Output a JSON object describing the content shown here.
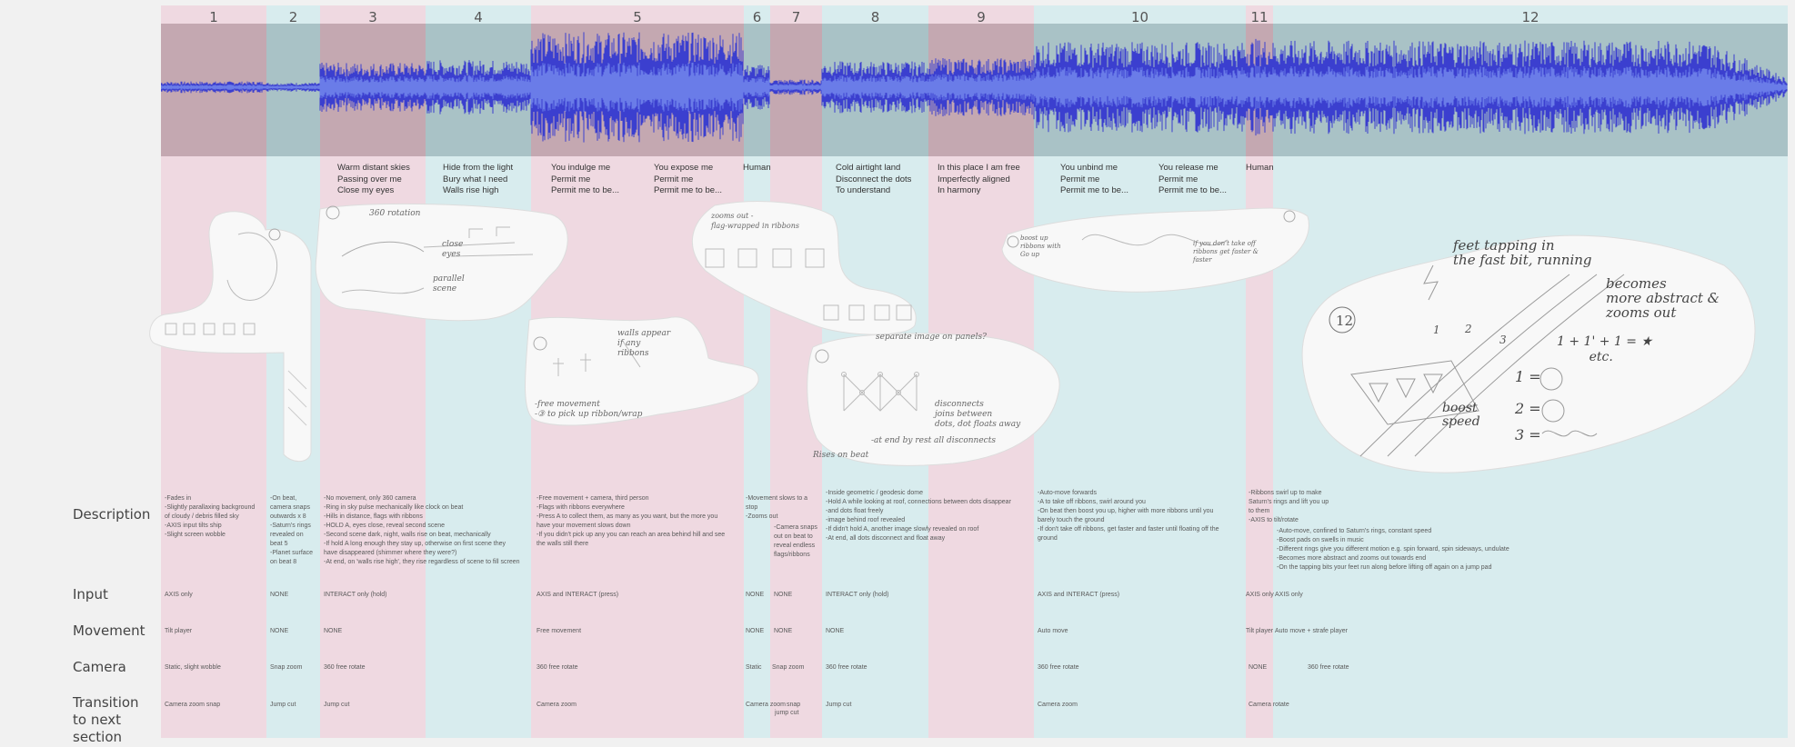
{
  "colors": {
    "pink": "#efd9e1",
    "teal": "#d8ecee",
    "board": "#f1f1f1",
    "wave": "#3b3fcf",
    "wave_light": "#6a7ce8",
    "panel_pink": "#c4a8b1",
    "panel_teal": "#a9c2c6"
  },
  "sections": [
    "1",
    "2",
    "3",
    "4",
    "5",
    "6",
    "7",
    "8",
    "9",
    "10",
    "11",
    "12"
  ],
  "row_labels": [
    "Description",
    "Input",
    "Movement",
    "Camera",
    "Transition to next section"
  ],
  "lyrics": [
    "Warm distant skies\nPassing over me\nClose my eyes",
    "Hide from the light\nBury what I need\nWalls rise high",
    "You indulge me\nPermit me\nPermit me to be...",
    "You expose me\nPermit me\nPermit me to be...",
    "Human",
    "Cold airtight land\nDisconnect the dots\nTo understand",
    "In this place I am free\nImperfectly aligned\nIn harmony",
    "You unbind me\nPermit me\nPermit me to be...",
    "You release me\nPermit me\nPermit me to be...",
    "Human"
  ],
  "description": [
    "-Fades in\n-Slightly parallaxing background\nof cloudy / debris filled sky\n-AXIS input tilts ship\n-Slight screen wobble",
    "-On beat,\ncamera snaps\noutwards x 8\n-Saturn's rings\nrevealed on\nbeat 5\n-Planet surface\non beat 8",
    "-No movement, only 360 camera\n-Ring in sky pulse mechanically like clock on beat\n-Hills in distance, flags with ribbons\n-HOLD A, eyes close, reveal second scene\n-Second scene dark, night, walls rise on beat, mechanically\n-If hold A long enough they stay up, otherwise on first scene they\nhave disappeared (shimmer where they were?)\n-At end, on 'walls rise high', they rise regardless of scene to fill screen",
    "-Free movement + camera, third person\n-Flags with ribbons everywhere\n-Press A to collect them, as many as you want, but the more you\nhave your movement slows down\n-If you didn't pick up any you can reach an area behind hill and see\nthe walls still there",
    "-Movement slows to a\nstop\n-Zooms out",
    "-Camera snaps\nout on beat to\nreveal endless\nflags/ribbons",
    "-Inside geometric / geodesic dome\n-Hold A while looking at roof, connections between dots disappear\n-and dots float freely\n-image behind roof revealed\n-If didn't hold A, another image slowly revealed on roof\n-At end, all dots disconnect and float away",
    "-Auto-move forwards\n-A to take off ribbons, swirl around you\n-On beat then boost you up, higher with more ribbons until you\nbarely touch the ground\n-If don't take off ribbons, get faster and faster until floating off the\nground",
    "-Ribbons swirl up to make\nSaturn's rings and lift you up\nto them\n-AXIS to tilt/rotate",
    "-Auto-move, confined to Saturn's rings, constant speed\n-Boost pads on swells in music\n-Different rings give you different motion e.g. spin forward, spin sideways, undulate\n-Becomes more abstract and zooms out towards end\n-On the tapping bits your feet run along before lifting off again on a jump pad"
  ],
  "input": [
    "AXIS only",
    "NONE",
    "INTERACT only (hold)",
    "AXIS and INTERACT (press)",
    "NONE",
    "NONE",
    "INTERACT only (hold)",
    "AXIS and INTERACT (press)",
    "AXIS only",
    "AXIS only"
  ],
  "movement": [
    "Tilt player",
    "NONE",
    "NONE",
    "Free movement",
    "NONE",
    "NONE",
    "NONE",
    "Auto move",
    "Tilt player",
    "Auto move + strafe player"
  ],
  "camera": [
    "Static, slight wobble",
    "Snap zoom",
    "360 free rotate",
    "360 free rotate",
    "Static",
    "Snap zoom",
    "360 free rotate",
    "360 free rotate",
    "NONE",
    "360 free rotate"
  ],
  "transition": [
    "Camera zoom snap",
    "Jump cut",
    "Jump cut",
    "Camera zoom",
    "Camera zoom",
    "snap",
    "jump cut",
    "Jump cut",
    "Camera zoom",
    "Camera rotate"
  ],
  "sketch_notes": {
    "s12_feet": "feet tapping in\nthe fast bit, running",
    "s12_abstract": "becomes\nmore abstract &\nzooms out",
    "s12_eq": "1 + 1' + 1 = ★\n        etc.",
    "s12_boost": "boost\nspeed",
    "s3_left": "360 rotation",
    "s3_mid": "close\neyes",
    "s3_scene": "parallel\nscene",
    "s5_note": "-free movement\n-③ to pick up ribbon/wrap",
    "s5_walls": "walls appear\nif any\nribbons",
    "s8_top": "separate image on panels?",
    "s8_bottom": "disconnects\njoins between\ndots, dot floats away",
    "s8_end": "-at end by rest all disconnects",
    "s8_beat": "Rises on beat",
    "s6_note": "zooms out -\nflag-wrapped in ribbons",
    "s10_note": "boost up\nribbons with\nGo up",
    "s10_mid": "if you don't take off\nribbons get faster &\nfaster"
  }
}
